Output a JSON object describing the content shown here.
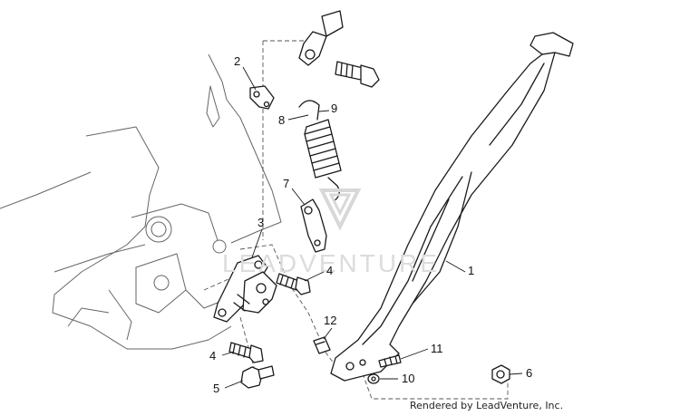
{
  "watermark": "LEADVENTURE",
  "credit": "Rendered by LeadVenture, Inc.",
  "callouts": {
    "c1": "1",
    "c2": "2",
    "c3": "3",
    "c4a": "4",
    "c4b": "4",
    "c5": "5",
    "c6": "6",
    "c7": "7",
    "c8": "8",
    "c9": "9",
    "c10": "10",
    "c11": "11",
    "c12": "12"
  }
}
